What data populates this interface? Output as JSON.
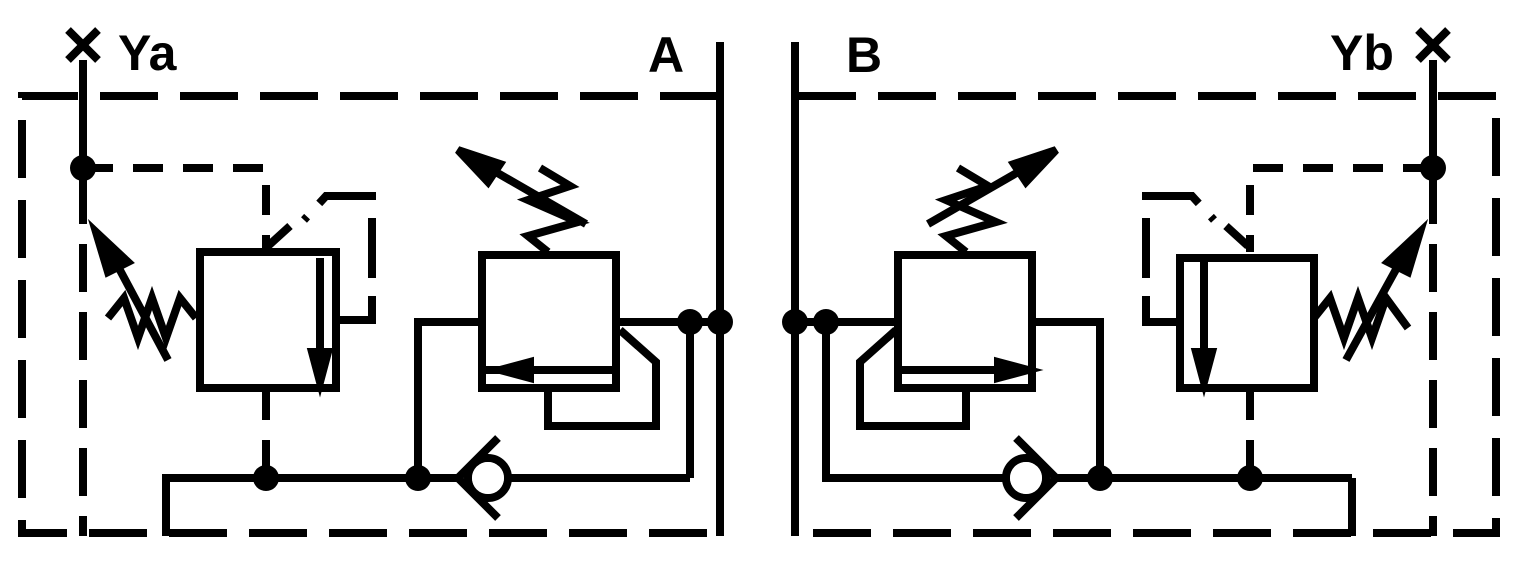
{
  "labels": {
    "port_ya": "Ya",
    "port_a": "A",
    "port_b": "B",
    "port_yb": "Yb"
  },
  "colors": {
    "ink": "#000000",
    "background": "#ffffff"
  },
  "icons": {
    "plugged_port": "x-plug-icon",
    "junction": "junction-dot-icon",
    "check_valve": "check-valve-icon",
    "adjustable_spring": "adjustable-spring-icon"
  }
}
